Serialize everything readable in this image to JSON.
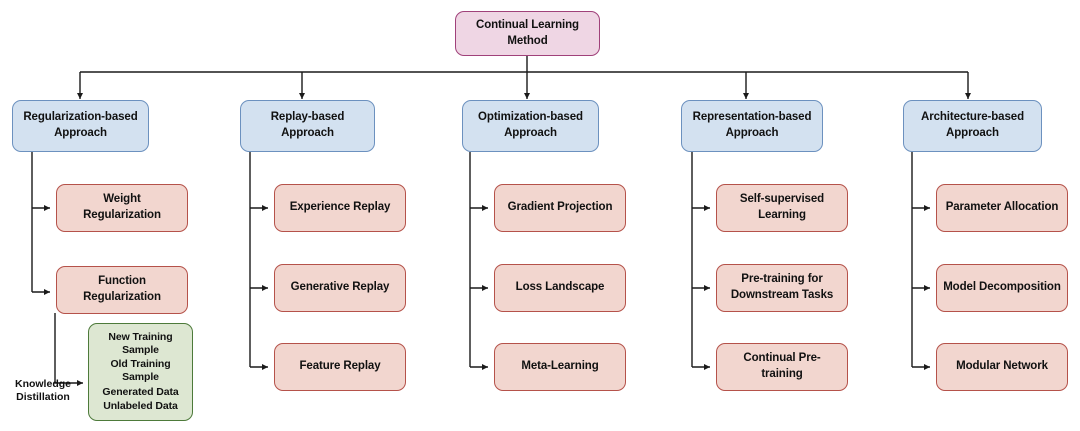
{
  "diagram": {
    "title": "Continual Learning Method Taxonomy",
    "colors": {
      "root_fill": "#efd6e4",
      "root_stroke": "#a0417a",
      "level2_fill": "#d3e1f0",
      "level2_stroke": "#6c91bf",
      "leaf_fill": "#f2d6cf",
      "leaf_stroke": "#b5524a",
      "group_fill": "#dde7d2",
      "group_stroke": "#4d7a3a",
      "wire": "#1a1a1a",
      "background": "#ffffff"
    },
    "root": {
      "label": "Continual Learning Method"
    },
    "branches": [
      {
        "label": "Regularization-based\nApproach",
        "children": [
          {
            "label": "Weight Regularization"
          },
          {
            "label": "Function Regularization"
          }
        ]
      },
      {
        "label": "Replay-based\nApproach",
        "children": [
          {
            "label": "Experience Replay"
          },
          {
            "label": "Generative Replay"
          },
          {
            "label": "Feature Replay"
          }
        ]
      },
      {
        "label": "Optimization-based\nApproach",
        "children": [
          {
            "label": "Gradient Projection"
          },
          {
            "label": "Loss Landscape"
          },
          {
            "label": "Meta-Learning"
          }
        ]
      },
      {
        "label": "Representation-based\nApproach",
        "children": [
          {
            "label": "Self-supervised\nLearning"
          },
          {
            "label": "Pre-training for\nDownstream Tasks"
          },
          {
            "label": "Continual Pre-training"
          }
        ]
      },
      {
        "label": "Architecture-based\nApproach",
        "children": [
          {
            "label": "Parameter Allocation"
          },
          {
            "label": "Model Decomposition"
          },
          {
            "label": "Modular Network"
          }
        ]
      }
    ],
    "data_group": {
      "items": [
        "New Training Sample",
        "Old Training Sample",
        "Generated Data",
        "Unlabeled Data"
      ]
    },
    "edge_labels": [
      {
        "label": "Knowledge\nDistillation"
      }
    ]
  }
}
